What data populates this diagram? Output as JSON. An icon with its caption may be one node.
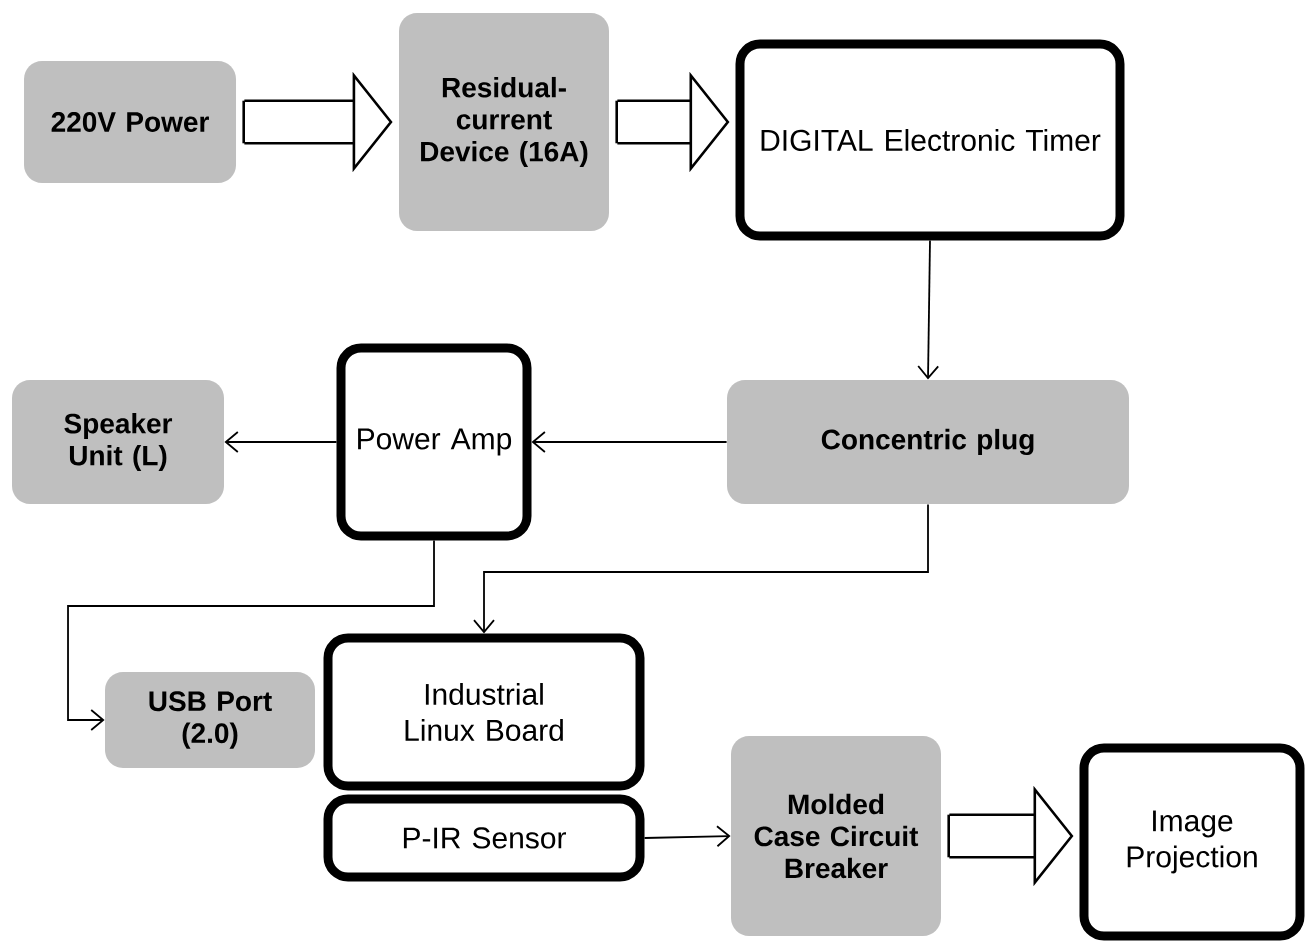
{
  "diagram": {
    "nodes": [
      {
        "text": [
          "220V Power"
        ]
      },
      {
        "text": [
          "Residual-current Device (16A)"
        ]
      },
      {
        "text": [
          "DIGITAL Electronic Timer"
        ]
      },
      {
        "text": [
          "Power Amp"
        ]
      },
      {
        "text": [
          "Speaker Unit (L)"
        ]
      },
      {
        "text": [
          "Concentric plug"
        ]
      },
      {
        "text": [
          "USB Port (2.0)"
        ]
      },
      {
        "text": [
          "Industrial Linux Board"
        ]
      },
      {
        "text": [
          "P-IR Sensor"
        ]
      },
      {
        "text": [
          "Molded Case Circuit Breaker"
        ]
      },
      {
        "text": [
          "Image Projection"
        ]
      }
    ],
    "edges": [
      {
        "from": 0,
        "to": 1,
        "arrow": "to",
        "style": "thick"
      },
      {
        "from": 1,
        "to": 2,
        "arrow": "to",
        "style": "thick"
      },
      {
        "from": 2,
        "to": 5,
        "arrow": "to"
      },
      {
        "from": 5,
        "to": 3,
        "arrow": "to"
      },
      {
        "from": 3,
        "to": 4,
        "arrow": "to"
      },
      {
        "from": 5,
        "to": 7,
        "arrow": "to"
      },
      {
        "from": 3,
        "to": 6,
        "arrow": "to"
      },
      {
        "from": 8,
        "to": 9,
        "arrow": "to"
      },
      {
        "from": 9,
        "to": 10,
        "arrow": "to",
        "style": "thick"
      }
    ]
  }
}
